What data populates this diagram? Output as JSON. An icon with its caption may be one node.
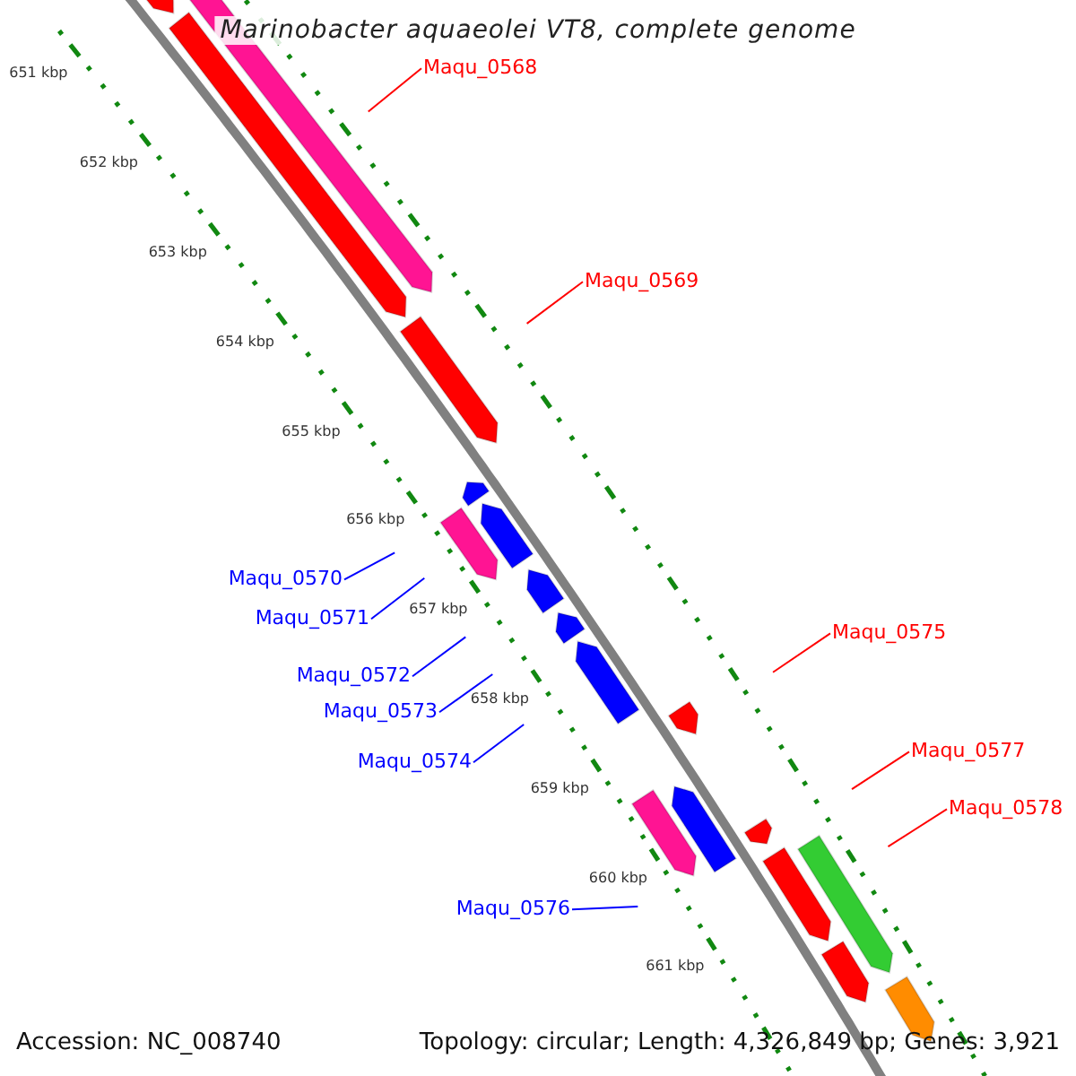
{
  "diagram": {
    "title": "Marinobacter aquaeolei VT8, complete genome",
    "nodes": [
      {
        "text": [
          "Maqu_0568"
        ]
      },
      {
        "text": [
          "Maqu_0569"
        ]
      },
      {
        "text": [
          "Maqu_0570"
        ]
      },
      {
        "text": [
          "Maqu_0571"
        ]
      },
      {
        "text": [
          "Maqu_0572"
        ]
      },
      {
        "text": [
          "Maqu_0573"
        ]
      },
      {
        "text": [
          "Maqu_0574"
        ]
      },
      {
        "text": [
          "Maqu_0575"
        ]
      },
      {
        "text": [
          "Maqu_0577"
        ]
      },
      {
        "text": [
          "Maqu_0578"
        ]
      },
      {
        "text": [
          "Maqu_0576"
        ]
      }
    ],
    "edges": [
      {
        "from": 0,
        "to": null,
        "arrow": "none",
        "color": "#ff0000"
      },
      {
        "from": 1,
        "to": null,
        "arrow": "none",
        "color": "#ff0000"
      },
      {
        "from": 2,
        "to": null,
        "arrow": "none"
      },
      {
        "from": 3,
        "to": null,
        "arrow": "none"
      },
      {
        "from": 4,
        "to": null,
        "arrow": "none"
      },
      {
        "from": 5,
        "to": null,
        "arrow": "none"
      },
      {
        "from": 6,
        "to": null,
        "arrow": "none"
      },
      {
        "from": 7,
        "to": null,
        "arrow": "none",
        "color": "#ff0000"
      },
      {
        "from": 8,
        "to": null,
        "arrow": "none",
        "color": "#ff0000"
      },
      {
        "from": 9,
        "to": null,
        "arrow": "none",
        "color": "#ff0000"
      },
      {
        "from": 10,
        "to": null,
        "arrow": "none"
      }
    ],
    "labels": [
      "651 kbp",
      "652 kbp",
      "653 kbp",
      "654 kbp",
      "655 kbp",
      "656 kbp",
      "657 kbp",
      "658 kbp",
      "659 kbp",
      "660 kbp",
      "661 kbp",
      "Accession: NC_008740",
      "Topology: circular; Length: 4,326,849 bp; Genes: 3,921"
    ]
  }
}
